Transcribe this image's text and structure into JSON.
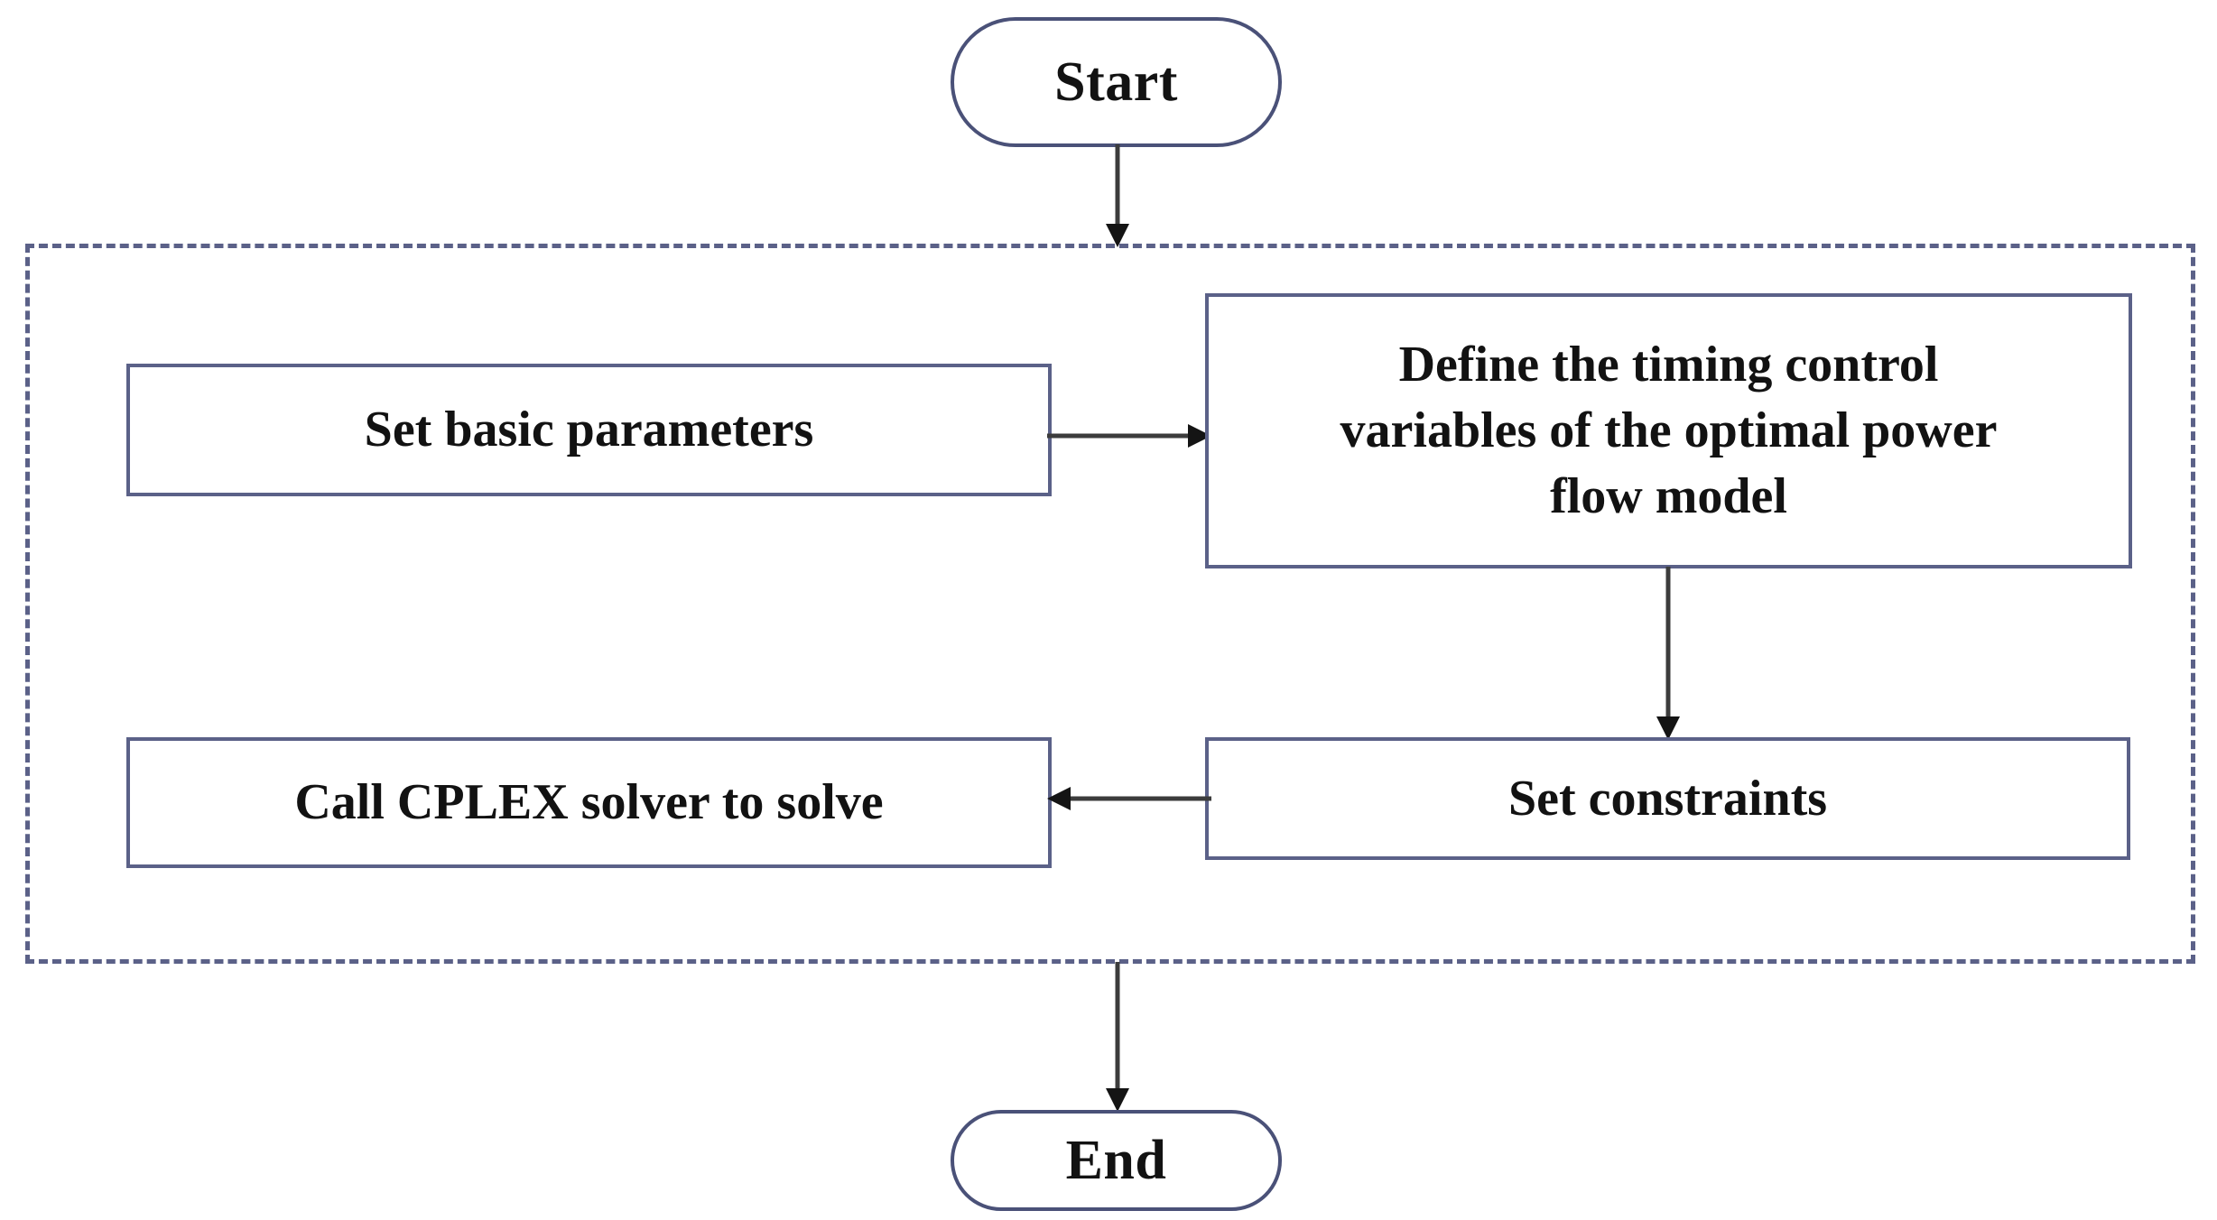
{
  "diagram": {
    "title": "Optimal power flow solution flowchart",
    "background_color": "#ffffff",
    "node_border_color": "#5b6188",
    "terminator_border_color": "#4a5178",
    "group_border_color": "#5b6188",
    "connector_color": "#3c3c3c",
    "text_color": "#121212"
  },
  "nodes": {
    "start": {
      "label": "Start",
      "type": "terminator"
    },
    "set_basic_parameters": {
      "label": "Set basic parameters",
      "type": "process"
    },
    "define_timing_control_variables": {
      "label": "Define the timing control variables of the optimal power flow model",
      "line1": "Define the timing control",
      "line2": "variables of the optimal power",
      "line3": "flow model",
      "type": "process"
    },
    "set_constraints": {
      "label": "Set constraints",
      "type": "process"
    },
    "call_cplex_solver": {
      "label": "Call CPLEX solver to solve",
      "type": "process"
    },
    "end": {
      "label": "End",
      "type": "terminator"
    }
  },
  "group": {
    "label": "",
    "style": "dashed"
  },
  "connectors": [
    {
      "name": "start-to-group",
      "from": "start",
      "to": "group",
      "direction": "down"
    },
    {
      "name": "set-basic-parameters-to-define",
      "from": "set_basic_parameters",
      "to": "define_timing_control_variables",
      "direction": "right"
    },
    {
      "name": "define-to-set-constraints",
      "from": "define_timing_control_variables",
      "to": "set_constraints",
      "direction": "down"
    },
    {
      "name": "set-constraints-to-call-cplex",
      "from": "set_constraints",
      "to": "call_cplex_solver",
      "direction": "left"
    },
    {
      "name": "group-to-end",
      "from": "group",
      "to": "end",
      "direction": "down"
    }
  ]
}
